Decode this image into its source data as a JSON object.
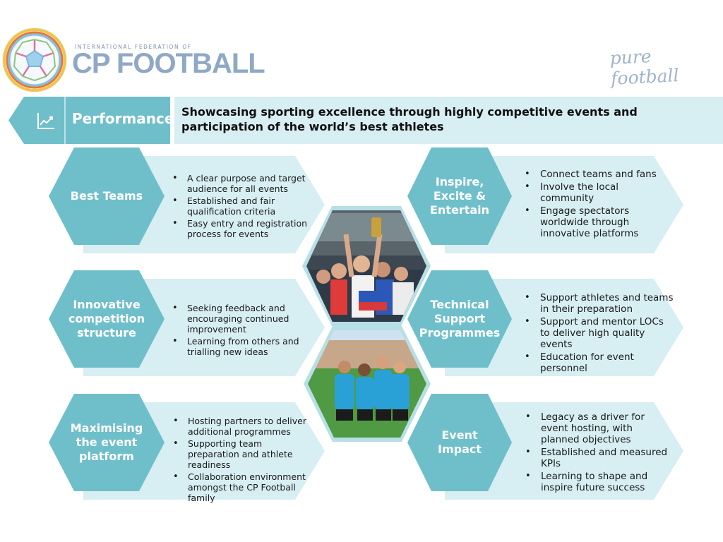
{
  "brand": {
    "org_small": "INTERNATIONAL FEDERATION OF",
    "org_name": "CP FOOTBALL",
    "tagline": "pure football"
  },
  "banner": {
    "section": "Performance",
    "icon": "chart-trend-icon",
    "headline": "Showcasing sporting excellence through highly competitive events and participation of the world’s best athletes"
  },
  "left_cards": [
    {
      "title": "Best Teams",
      "bullets": [
        "A clear purpose and target audience for all events",
        "Established and fair qualification criteria",
        "Easy entry and registration process for events"
      ]
    },
    {
      "title": "Innovative competition structure",
      "bullets": [
        "Seeking feedback and encouraging continued improvement",
        "Learning from others and trialling new ideas"
      ]
    },
    {
      "title": "Maximising the event platform",
      "bullets": [
        "Hosting partners to deliver additional programmes",
        "Supporting team preparation and athlete readiness",
        "Collaboration environment amongst the CP Football family"
      ]
    }
  ],
  "right_cards": [
    {
      "title": "Inspire, Excite & Entertain",
      "bullets": [
        "Connect teams and fans",
        "Involve the local community",
        "Engage spectators worldwide through innovative platforms"
      ]
    },
    {
      "title": "Technical Support Programmes",
      "bullets": [
        "Support athletes and teams in their preparation",
        "Support and mentor LOCs to deliver high quality events",
        "Education for event personnel"
      ]
    },
    {
      "title": "Event Impact",
      "bullets": [
        "Legacy as a driver for event hosting, with planned objectives",
        "Established and measured KPIs",
        "Learning to shape and inspire future success"
      ]
    }
  ],
  "colors": {
    "hex_fill": "#6fbfcb",
    "card_fill": "#d7eef2",
    "banner_dark": "#7cc3cf",
    "photo_frame": "#b7dfe6"
  }
}
